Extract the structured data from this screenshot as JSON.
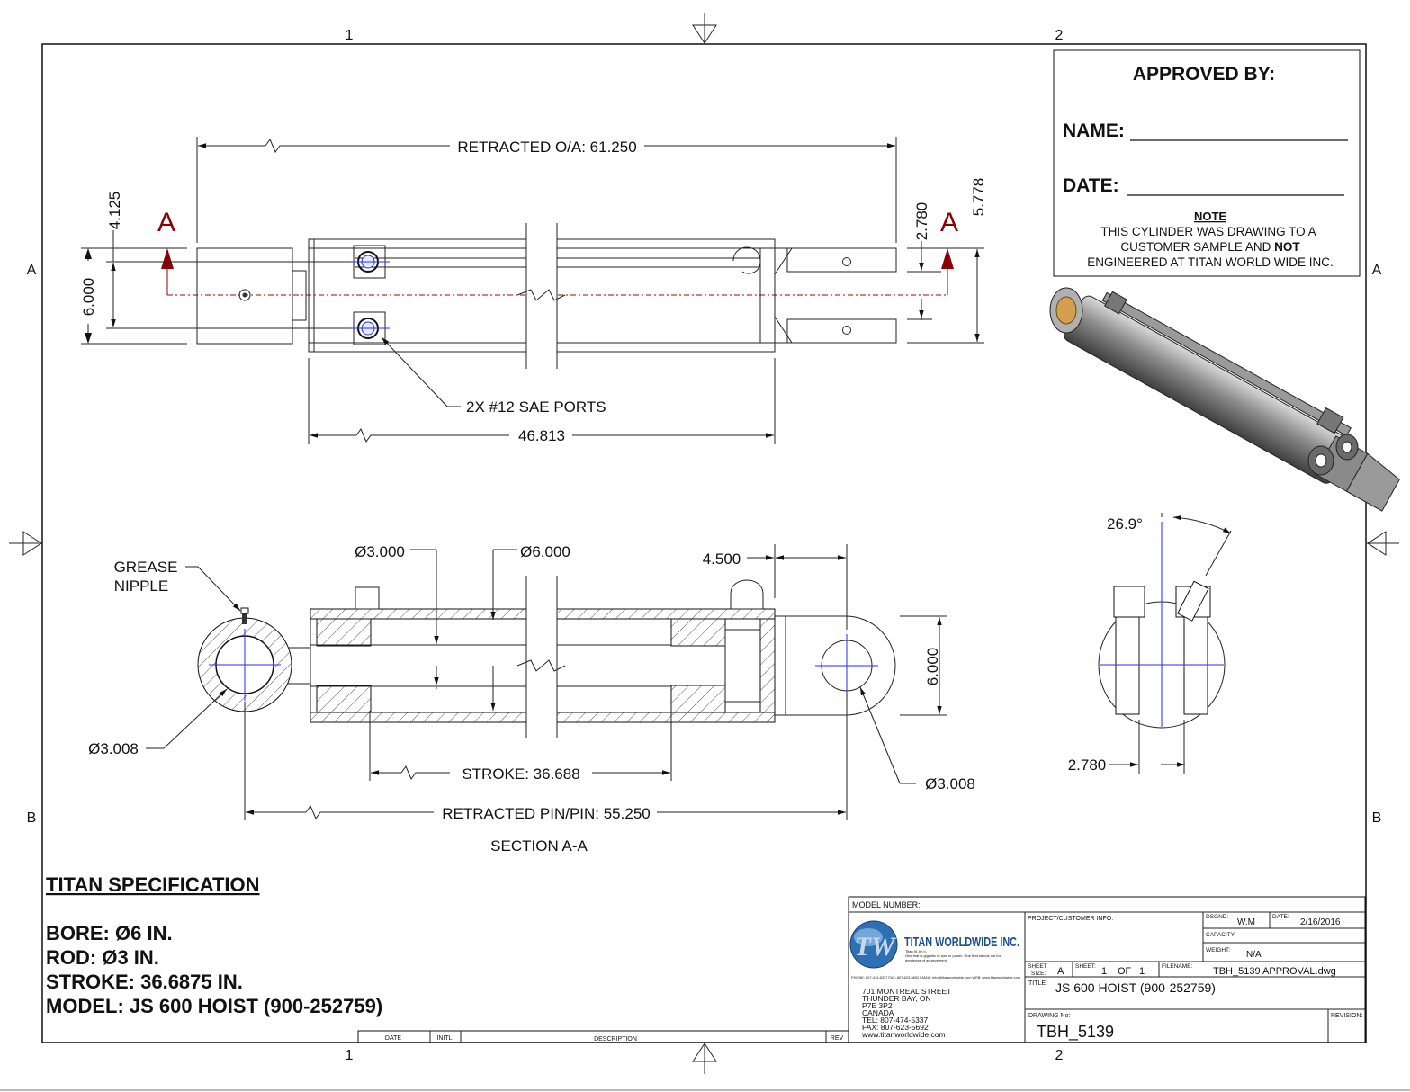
{
  "frame": {
    "zone_cols": [
      "1",
      "2"
    ],
    "zone_rows": [
      "A",
      "B"
    ]
  },
  "approval": {
    "title": "APPROVED BY:",
    "name_label": "NAME:",
    "date_label": "DATE:",
    "note_title": "NOTE",
    "note_line1": "THIS CYLINDER WAS DRAWING TO A",
    "note_line2a": "CUSTOMER  SAMPLE AND ",
    "note_line2b": "NOT",
    "note_line3": "ENGINEERED AT TITAN WORLD WIDE INC."
  },
  "top_view": {
    "section_marker": "A",
    "retracted_oa": "RETRACTED O/A: 61.250",
    "dim_4125": "4.125",
    "dim_6000": "6.000",
    "dim_2780": "2.780",
    "dim_5778": "5.778",
    "ports_label": "2X #12 SAE PORTS",
    "dim_46813": "46.813"
  },
  "section_view": {
    "grease_line1": "GREASE",
    "grease_line2": "NIPPLE",
    "rod_dia": "Ø3.000",
    "bore_dia": "Ø6.000",
    "dim_4500": "4.500",
    "dim_6000": "6.000",
    "pin_dia_left": "Ø3.008",
    "pin_dia_right": "Ø3.008",
    "stroke": "STROKE: 36.688",
    "retracted_pin": "RETRACTED PIN/PIN: 55.250",
    "title": "SECTION A-A"
  },
  "end_view": {
    "angle": "26.9°",
    "width": "2.780"
  },
  "spec": {
    "title": "TITAN SPECIFICATION",
    "bore": "BORE: Ø6 IN.",
    "rod": "ROD: Ø3 IN.",
    "stroke": "STROKE: 36.6875 IN.",
    "model": "MODEL: JS 600 HOIST (900-252759)"
  },
  "revision_table": {
    "date": "DATE",
    "initl": "INITL",
    "description": "DESCRIPTION",
    "rev": "REV"
  },
  "title_block": {
    "model_number_label": "MODEL NUMBER:",
    "company": "TITAN WORLDWIDE INC.",
    "tagline1": "Titan (tī-tn) n.",
    "tagline2": "One that is gigantic in size or power. One that stands out for",
    "tagline3": "greatness of achievement",
    "contact_strip": "PHONE: 807-474-5337    FAX: 807-623-5692    EMAIL: info@titanworldwide.com    WEB: www.titanworldwide.com",
    "address1": "701 MONTREAL STREET",
    "address2": "THUNDER BAY, ON",
    "address3": "P7E 3P2",
    "address4": "CANADA",
    "address5": "TEL: 807-474-5337",
    "address6": "FAX: 807-623-5692",
    "address7": "www.titanworldwide.com",
    "project_label": "PROJECT/CUSTOMER INFO:",
    "dsgnd_label": "DSGND:",
    "dsgnd_value": "W.M",
    "date_label": "DATE:",
    "date_value": "2/16/2016",
    "capacity_label": "CAPACITY",
    "weight_label": "WEIGHT:",
    "weight_value": "N/A",
    "sheet_size_label1": "SHEET",
    "sheet_size_label2": "SIZE:",
    "sheet_size_value": "A",
    "sheet_label": "SHEET:",
    "sheet_value": "1",
    "of_label": "OF",
    "of_value": "1",
    "filename_label": "FILENAME:",
    "filename_value": "TBH_5139 APPROVAL.dwg",
    "title_label": "TITLE:",
    "title_value": "JS 600 HOIST (900-252759)",
    "drawing_no_label": "DRAWING No:",
    "drawing_no_value": "TBH_5139",
    "revision_label": "REVISION:"
  }
}
